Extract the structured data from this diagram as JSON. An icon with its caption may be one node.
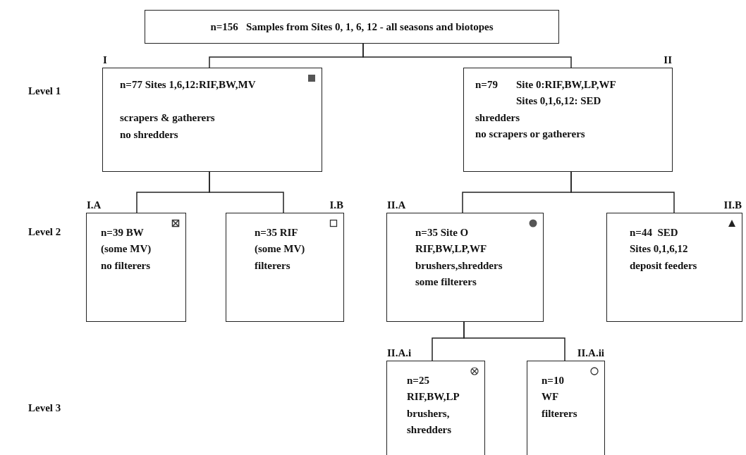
{
  "diagram": {
    "nodes": [
      {
        "text": [
          "n=156   Samples from Sites 0, 1, 6, 12 - all seasons and biotopes"
        ]
      },
      {
        "text": [
          "I",
          "n=77 Sites 1,6,12:RIF,BW,MV",
          "scrapers & gatherers",
          "no shredders"
        ]
      },
      {
        "text": [
          "II",
          "n=79",
          "Site 0:RIF,BW,LP,WF",
          "Sites 0,1,6,12: SED",
          "shredders",
          "no scrapers or gatherers"
        ]
      },
      {
        "text": [
          "I.A",
          "n=39 BW",
          "(some MV)",
          "no filterers"
        ]
      },
      {
        "text": [
          "I.B",
          "n=35 RIF",
          "(some MV)",
          "filterers"
        ]
      },
      {
        "text": [
          "II.A",
          "n=35 Site O",
          "RIF,BW,LP,WF",
          "brushers,shredders",
          "some filterers"
        ]
      },
      {
        "text": [
          "II.B",
          "n=44  SED",
          "Sites 0,1,6,12",
          "deposit feeders"
        ]
      },
      {
        "text": [
          "II.A.i",
          "n=25",
          "RIF,BW,LP",
          "brushers,",
          "shredders"
        ]
      },
      {
        "text": [
          "II.A.ii",
          "n=10",
          "WF",
          "filterers"
        ]
      }
    ],
    "edges": [
      {
        "from": 0,
        "to": 1,
        "arrow": "none"
      },
      {
        "from": 0,
        "to": 2,
        "arrow": "none"
      },
      {
        "from": 1,
        "to": 3,
        "arrow": "none"
      },
      {
        "from": 1,
        "to": 4,
        "arrow": "none"
      },
      {
        "from": 2,
        "to": 5,
        "arrow": "none"
      },
      {
        "from": 2,
        "to": 6,
        "arrow": "none"
      },
      {
        "from": 5,
        "to": 7,
        "arrow": "none"
      },
      {
        "from": 5,
        "to": 8,
        "arrow": "none"
      }
    ],
    "labels": [
      "Level 1",
      "Level 2",
      "Level 3"
    ]
  }
}
